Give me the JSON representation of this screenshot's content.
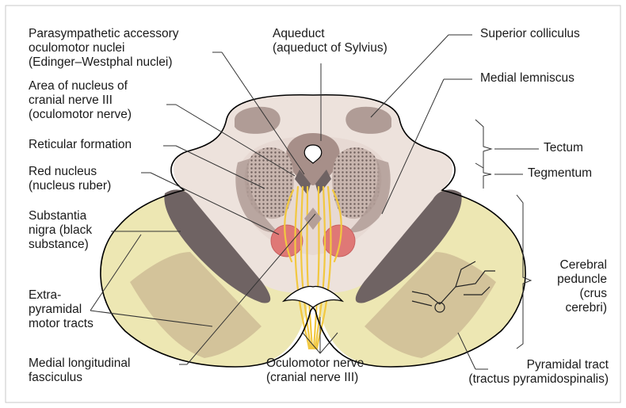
{
  "colors": {
    "outline": "#000000",
    "tissue": "#ede2dc",
    "dark_gray": "#6f6363",
    "medium_gray": "#b09c96",
    "cream": "#ede7b3",
    "tan": "#d3c39a",
    "red": "#df7876",
    "yellow": "#f5d24a",
    "leader": "#333333"
  },
  "labels": {
    "parasympathetic": [
      "Parasympathetic accessory",
      "oculomotor nuclei",
      "(Edinger–Westphal nuclei)"
    ],
    "area_nucleus": [
      "Area of nucleus of",
      "cranial nerve III",
      "(oculomotor nerve)"
    ],
    "reticular": [
      "Reticular formation"
    ],
    "red_nucleus": [
      "Red nucleus",
      "(nucleus ruber)"
    ],
    "substantia_nigra": [
      "Substantia",
      "nigra (black",
      "substance)"
    ],
    "extrapyramidal": [
      "Extra-",
      "pyramidal",
      "motor tracts"
    ],
    "mlf": [
      "Medial longitudinal",
      "fasciculus"
    ],
    "aqueduct": [
      "Aqueduct",
      "(aqueduct of Sylvius)"
    ],
    "oculomotor_nerve": [
      "Oculomotor nerve",
      "(cranial nerve III)"
    ],
    "superior_colliculus": [
      "Superior colliculus"
    ],
    "medial_lemniscus": [
      "Medial lemniscus"
    ],
    "tectum": [
      "Tectum"
    ],
    "tegmentum": [
      "Tegmentum"
    ],
    "cerebral_peduncle": [
      "Cerebral",
      "peduncle",
      "(crus",
      "cerebri)"
    ],
    "pyramidal_tract": [
      "Pyramidal tract",
      "(tractus pyramidospinalis)"
    ]
  }
}
